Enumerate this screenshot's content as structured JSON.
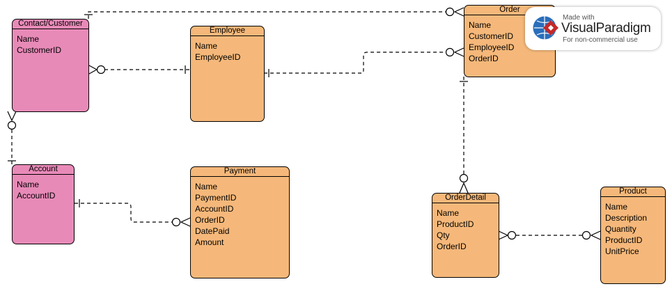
{
  "entities": {
    "contact": {
      "title": "Contact/Customer",
      "fields": [
        "Name",
        "CustomerID"
      ]
    },
    "employee": {
      "title": "Employee",
      "fields": [
        "Name",
        "EmployeeID"
      ]
    },
    "order": {
      "title": "Order",
      "fields": [
        "Name",
        "CustomerID",
        "EmployeeID",
        "OrderID"
      ]
    },
    "account": {
      "title": "Account",
      "fields": [
        "Name",
        "AccountID"
      ]
    },
    "payment": {
      "title": "Payment",
      "fields": [
        "Name",
        "PaymentID",
        "AccountID",
        "OrderID",
        "DatePaid",
        "Amount"
      ]
    },
    "orderdetail": {
      "title": "OrderDetail",
      "fields": [
        "Name",
        "ProductID",
        "Qty",
        "OrderID"
      ]
    },
    "product": {
      "title": "Product",
      "fields": [
        "Name",
        "Description",
        "Quantity",
        "ProductID",
        "UnitPrice"
      ]
    }
  },
  "watermark": {
    "made_with": "Made with",
    "brand": "VisualParadigm",
    "non_commercial": "For non-commercial use"
  },
  "colors": {
    "pink_entity": "#e88ab8",
    "orange_entity": "#f5b87a",
    "line": "#000000"
  },
  "relationships": [
    {
      "from": "Contact/Customer",
      "to": "Order",
      "from_end": "one",
      "to_end": "zero-or-many"
    },
    {
      "from": "Contact/Customer",
      "to": "Employee",
      "from_end": "zero-or-many",
      "to_end": "one"
    },
    {
      "from": "Employee",
      "to": "Order",
      "from_end": "one",
      "to_end": "zero-or-many"
    },
    {
      "from": "Contact/Customer",
      "to": "Account",
      "from_end": "zero-or-many",
      "to_end": "one"
    },
    {
      "from": "Account",
      "to": "Payment",
      "from_end": "one",
      "to_end": "zero-or-many"
    },
    {
      "from": "Order",
      "to": "OrderDetail",
      "from_end": "one",
      "to_end": "zero-or-many"
    },
    {
      "from": "OrderDetail",
      "to": "Product",
      "from_end": "zero-or-many",
      "to_end": "zero-or-many"
    }
  ]
}
